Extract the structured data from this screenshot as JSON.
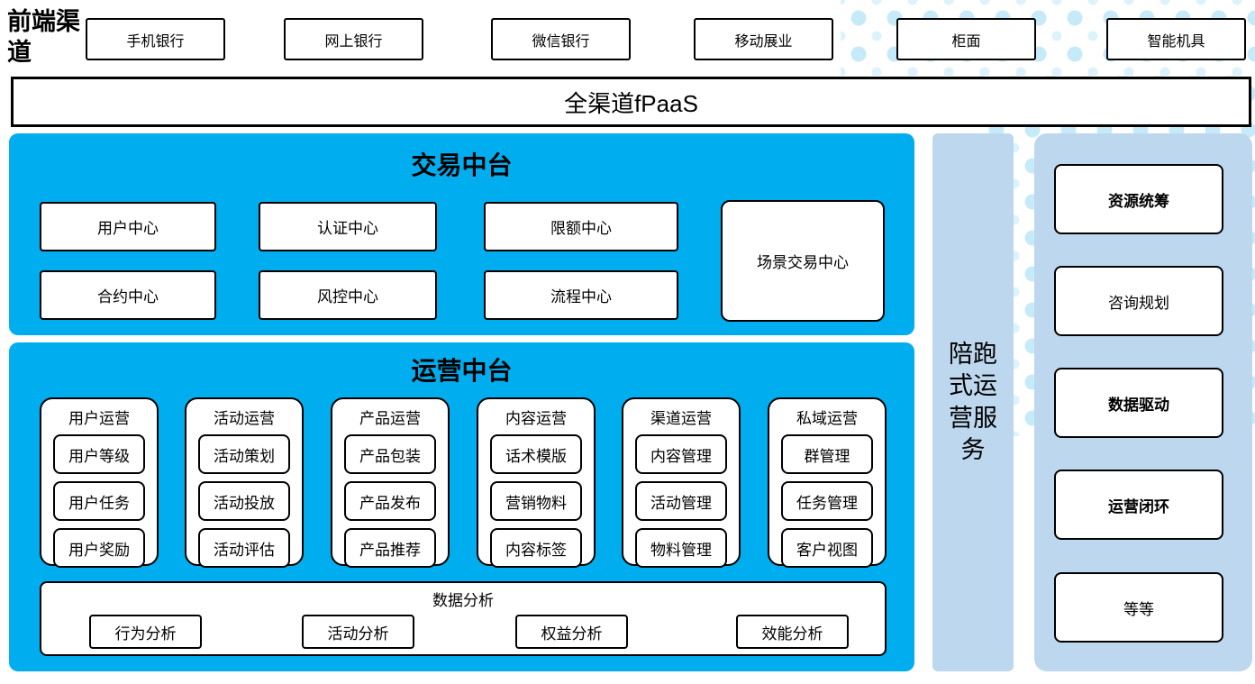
{
  "colors": {
    "primary_blue": "#00AEEF",
    "light_blue": "#BDD7EE",
    "dot_cyan": "#C7EAF8",
    "box_border": "#000000"
  },
  "front_channels": {
    "label": "前端渠道",
    "items": [
      "手机银行",
      "网上银行",
      "微信银行",
      "移动展业",
      "柜面",
      "智能机具"
    ]
  },
  "fpaas_bar": {
    "label": "全渠道fPaaS"
  },
  "transaction_platform": {
    "title": "交易中台",
    "row1": [
      "用户中心",
      "认证中心",
      "限额中心"
    ],
    "row2": [
      "合约中心",
      "风控中心",
      "流程中心"
    ],
    "tall_box": "场景交易中心"
  },
  "operation_platform": {
    "title": "运营中台",
    "groups": [
      {
        "header": "用户运营",
        "items": [
          "用户等级",
          "用户任务",
          "用户奖励"
        ]
      },
      {
        "header": "活动运营",
        "items": [
          "活动策划",
          "活动投放",
          "活动评估"
        ]
      },
      {
        "header": "产品运营",
        "items": [
          "产品包装",
          "产品发布",
          "产品推荐"
        ]
      },
      {
        "header": "内容运营",
        "items": [
          "话术模版",
          "营销物料",
          "内容标签"
        ]
      },
      {
        "header": "渠道运营",
        "items": [
          "内容管理",
          "活动管理",
          "物料管理"
        ]
      },
      {
        "header": "私域运营",
        "items": [
          "群管理",
          "任务管理",
          "客户视图"
        ]
      }
    ],
    "data_analysis": {
      "header": "数据分析",
      "items": [
        "行为分析",
        "活动分析",
        "权益分析",
        "效能分析"
      ]
    }
  },
  "side_bar": {
    "label": "陪跑式运营服务"
  },
  "right_panel": {
    "items": [
      {
        "label": "资源统筹",
        "bold": true
      },
      {
        "label": "咨询规划",
        "bold": false
      },
      {
        "label": "数据驱动",
        "bold": true
      },
      {
        "label": "运营闭环",
        "bold": true
      },
      {
        "label": "等等",
        "bold": false
      }
    ]
  }
}
